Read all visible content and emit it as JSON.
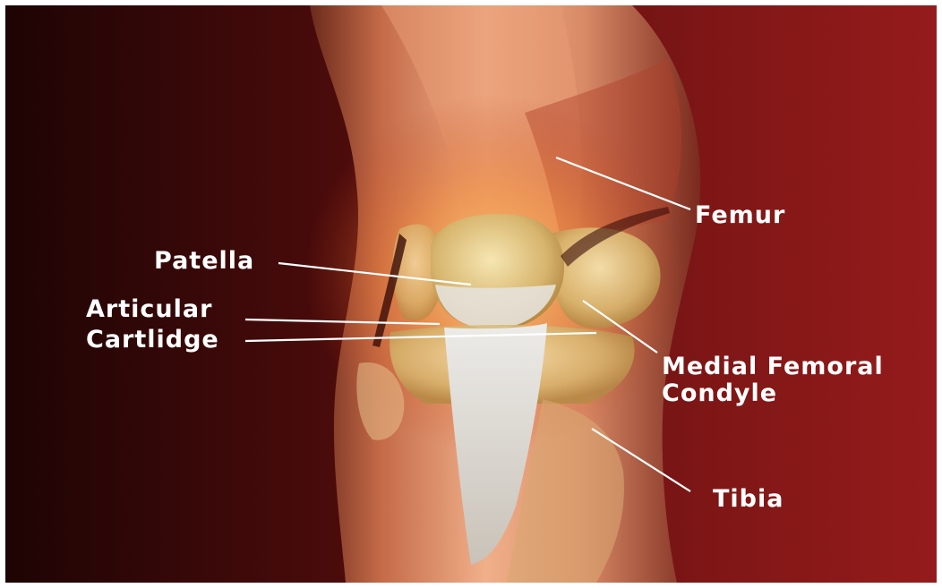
{
  "labels": {
    "femur": "Femur",
    "patella": "Patella",
    "articular_line1": "Articular",
    "articular_line2": "Cartlidge",
    "medial_line1": "Medial Femoral",
    "medial_line2": "Condyle",
    "tibia": "Tibia"
  },
  "colors": {
    "background_dark": "#2a0606",
    "background_red": "#8a1717",
    "skin": "#e9a27c",
    "bone": "#e8d29a",
    "cartilage": "#e3e0dc",
    "label": "#ffffff"
  }
}
